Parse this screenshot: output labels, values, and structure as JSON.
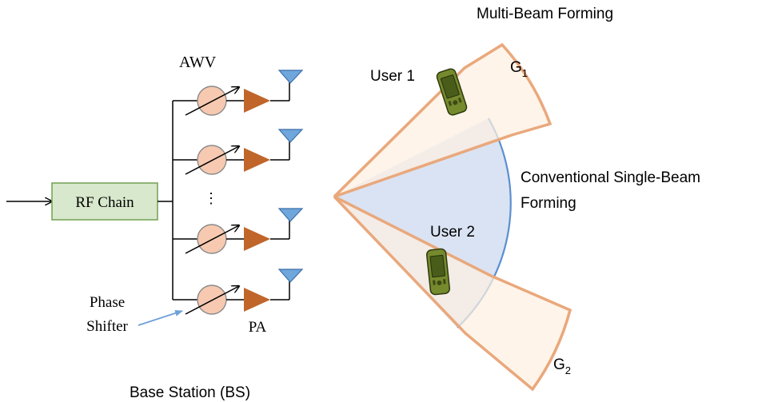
{
  "labels": {
    "multi_beam": "Multi-Beam Forming",
    "g1_main": "G",
    "g1_sub": "1",
    "g2_main": "G",
    "g2_sub": "2",
    "user1": "User 1",
    "user2": "User 2",
    "conventional_line1": "Conventional Single-Beam",
    "conventional_line2": "Forming",
    "awv": "AWV",
    "rf_chain": "RF Chain",
    "vdots": "⋮",
    "phase_line1": "Phase",
    "phase_line2": "Shifter",
    "pa": "PA",
    "base_station": "Base Station (BS)"
  },
  "colors": {
    "beam_fill": "#fdf0e0",
    "beam_stroke": "#e9a87c",
    "single_beam_fill": "#dae3f3",
    "single_beam_arc": "#5b8fd0",
    "rf_fill": "#d8e8cc",
    "rf_stroke": "#7aa55a",
    "phase_fill": "#f6c9b0",
    "pa_fill": "#c0662a",
    "antenna_fill": "#6fa7dc",
    "antenna_stroke": "#3c6ea8",
    "phone_body": "#758a2d",
    "phone_screen": "#4a5c1a",
    "arrow_blue": "#6fa0d8"
  }
}
